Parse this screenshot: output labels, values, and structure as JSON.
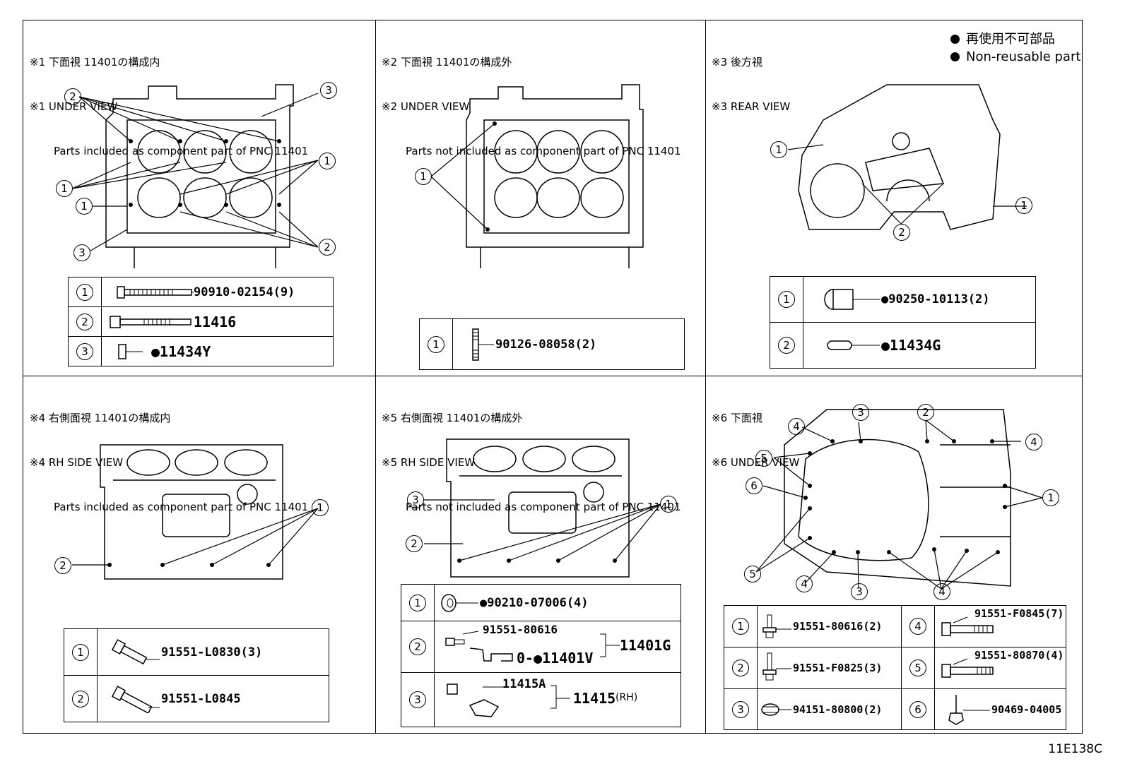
{
  "legend": {
    "line1": "再使用不可部品",
    "line2": "Non-reusable part"
  },
  "footer_code": "11E138C",
  "panels": [
    {
      "h1": "※1 下面視 11401の構成内",
      "h2": "※1 UNDER VIEW",
      "h3": "Parts included as component part of PNC 11401",
      "rows": [
        {
          "n": "1",
          "pn": "90910-02154(9)"
        },
        {
          "n": "2",
          "pn": "11416"
        },
        {
          "n": "3",
          "pn": "●11434Y"
        }
      ]
    },
    {
      "h1": "※2 下面視 11401の構成外",
      "h2": "※2 UNDER VIEW",
      "h3": "Parts not included as component part of PNC 11401",
      "rows": [
        {
          "n": "1",
          "pn": "90126-08058(2)"
        }
      ]
    },
    {
      "h1": "※3 後方視",
      "h2": "※3 REAR VIEW",
      "h3": "",
      "rows": [
        {
          "n": "1",
          "pn": "●90250-10113(2)"
        },
        {
          "n": "2",
          "pn": "●11434G"
        }
      ]
    },
    {
      "h1": "※4 右側面視 11401の構成内",
      "h2": "※4 RH SIDE VIEW",
      "h3": "Parts included as component part of PNC 11401",
      "rows": [
        {
          "n": "1",
          "pn": "91551-L0830(3)"
        },
        {
          "n": "2",
          "pn": "91551-L0845"
        }
      ]
    },
    {
      "h1": "※5 右側面視 11401の構成外",
      "h2": "※5 RH SIDE VIEW",
      "h3": "Parts not included as component part of PNC 11401",
      "rows": [
        {
          "n": "1",
          "pn": "●90210-07006(4)"
        },
        {
          "n": "2",
          "pn_a": "91551-80616",
          "pn_b": "0-●11401V",
          "pn_c": "11401G"
        },
        {
          "n": "3",
          "pn_a": "11415A",
          "pn_c": "11415",
          "rh": "(RH)"
        }
      ]
    },
    {
      "h1": "※6 下面視",
      "h2": "※6 UNDER VIEW",
      "h3": "",
      "rows": [
        {
          "n": "1",
          "pn": "91551-80616(2)"
        },
        {
          "n": "2",
          "pn": "91551-F0825(3)"
        },
        {
          "n": "3",
          "pn": "94151-80800(2)"
        },
        {
          "n": "4",
          "pn": "91551-F0845(7)"
        },
        {
          "n": "5",
          "pn": "91551-80870(4)"
        },
        {
          "n": "6",
          "pn": "90469-04005"
        }
      ]
    }
  ],
  "callouts": {
    "c1": "1",
    "c2": "2",
    "c3": "3",
    "c4": "4",
    "c5": "5",
    "c6": "6"
  }
}
